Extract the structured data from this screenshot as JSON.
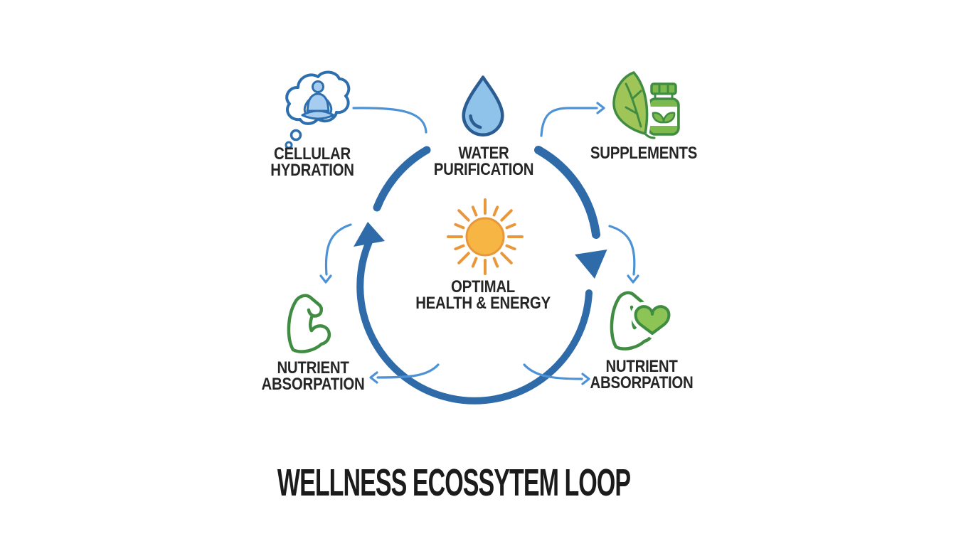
{
  "title": "WELLNESS ECOSSYTEM LOOP",
  "nodes": {
    "hydration": {
      "line1": "CELLULAR",
      "line2": "HYDRATION",
      "icon": "meditation-thought-bubble-icon"
    },
    "water": {
      "line1": "WATER",
      "line2": "PURIFICATION",
      "icon": "water-drop-icon"
    },
    "supplements": {
      "line1": "SUPPLEMENTS",
      "icon": "leaf-supplement-bottle-icon"
    },
    "health": {
      "line1": "OPTIMAL",
      "line2": "HEALTH & ENERGY",
      "icon": "sun-icon"
    },
    "absorption_left": {
      "line1": "NUTRIENT",
      "line2": "ABSORPATION",
      "icon": "flexed-bicep-icon"
    },
    "absorption_right": {
      "line1": "NUTRIENT",
      "line2": "ABSORPATION",
      "icon": "bicep-heart-icon"
    }
  },
  "colors": {
    "background": "#ffffff",
    "loop_blue": "#2e6ba8",
    "connector_blue": "#4e92d6",
    "icon_blue": "#2d6fae",
    "icon_blue_dark": "#2b5d92",
    "person_fill": "#a6cdf0",
    "drop_fill": "#8fc3ea",
    "sun_fill": "#f7b544",
    "sun_stroke": "#e8973b",
    "green_dark": "#3f8c42",
    "leaf_fill": "#9fc558",
    "bottle_fill": "#7cba4e",
    "heart_fill": "#8cc455",
    "label_color": "#262626",
    "title_color": "#1b1b1b"
  }
}
